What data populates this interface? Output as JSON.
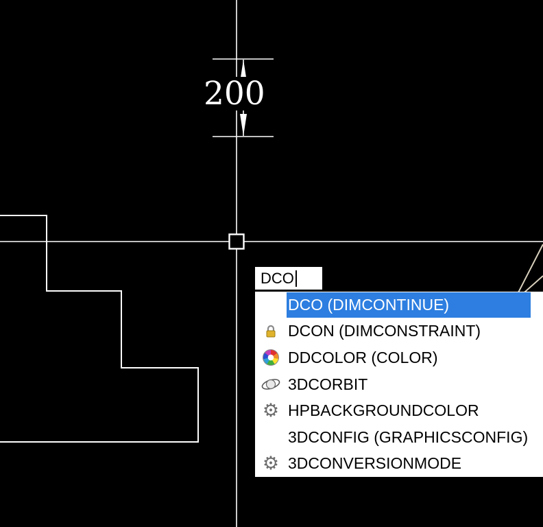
{
  "canvas": {
    "background": "#000000",
    "line_color": "#ffffff",
    "dimension": {
      "label": "200"
    }
  },
  "command": {
    "value": "DCO"
  },
  "autocomplete": {
    "highlight_color": "#2d7ee0",
    "items": [
      {
        "label": "DCO (DIMCONTINUE)",
        "icon": "none",
        "selected": true
      },
      {
        "label": "DCON (DIMCONSTRAINT)",
        "icon": "lock-icon",
        "selected": false
      },
      {
        "label": "DDCOLOR (COLOR)",
        "icon": "color-wheel-icon",
        "selected": false
      },
      {
        "label": "3DCORBIT",
        "icon": "orbit-icon",
        "selected": false
      },
      {
        "label": "HPBACKGROUNDCOLOR",
        "icon": "gear-icon",
        "selected": false
      },
      {
        "label": "3DCONFIG (GRAPHICSCONFIG)",
        "icon": "none",
        "selected": false
      },
      {
        "label": "3DCONVERSIONMODE",
        "icon": "gear-icon",
        "selected": false
      }
    ]
  },
  "icons": {
    "gear_glyph": "⚙"
  }
}
